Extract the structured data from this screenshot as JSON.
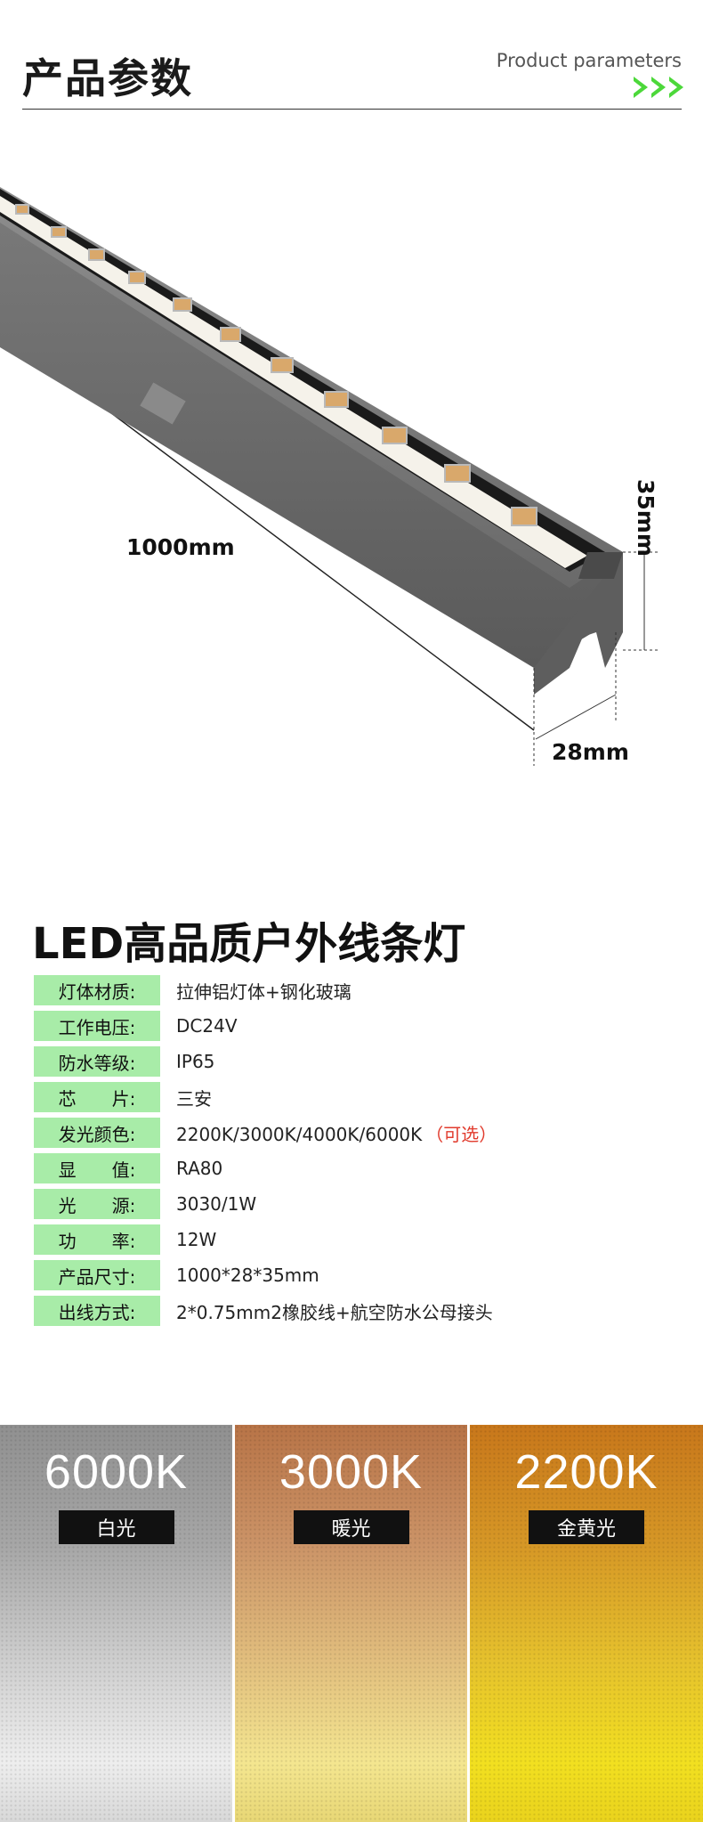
{
  "header": {
    "title_cn": "产品参数",
    "title_en": "Product parameters"
  },
  "product": {
    "length_label": "1000mm",
    "height_label": "35mm",
    "width_label": "28mm"
  },
  "specs": {
    "title": "LED高品质户外线条灯",
    "rows": [
      {
        "label": "灯体材质:",
        "value": "拉伸铝灯体+钢化玻璃"
      },
      {
        "label": "工作电压:",
        "value": "DC24V"
      },
      {
        "label": "防水等级:",
        "value": "IP65"
      },
      {
        "label": "芯　　片:",
        "value": "三安"
      },
      {
        "label": "发光颜色:",
        "value": "2200K/3000K/4000K/6000K",
        "note": "（可选）"
      },
      {
        "label": "显　　值:",
        "value": "RA80"
      },
      {
        "label": "光　　源:",
        "value": "3030/1W"
      },
      {
        "label": "功　　率:",
        "value": "12W"
      },
      {
        "label": "产品尺寸:",
        "value": "1000*28*35mm"
      },
      {
        "label": "出线方式:",
        "value": "2*0.75mm2橡胶线+航空防水公母接头"
      }
    ]
  },
  "colors": {
    "label_bg": "#a8eca8",
    "arrow_green": "#4cd83a",
    "note_red": "#e13b2d"
  },
  "swatches": [
    {
      "kelvin": "6000K",
      "name": "白光"
    },
    {
      "kelvin": "3000K",
      "name": "暖光"
    },
    {
      "kelvin": "2200K",
      "name": "金黄光"
    }
  ]
}
